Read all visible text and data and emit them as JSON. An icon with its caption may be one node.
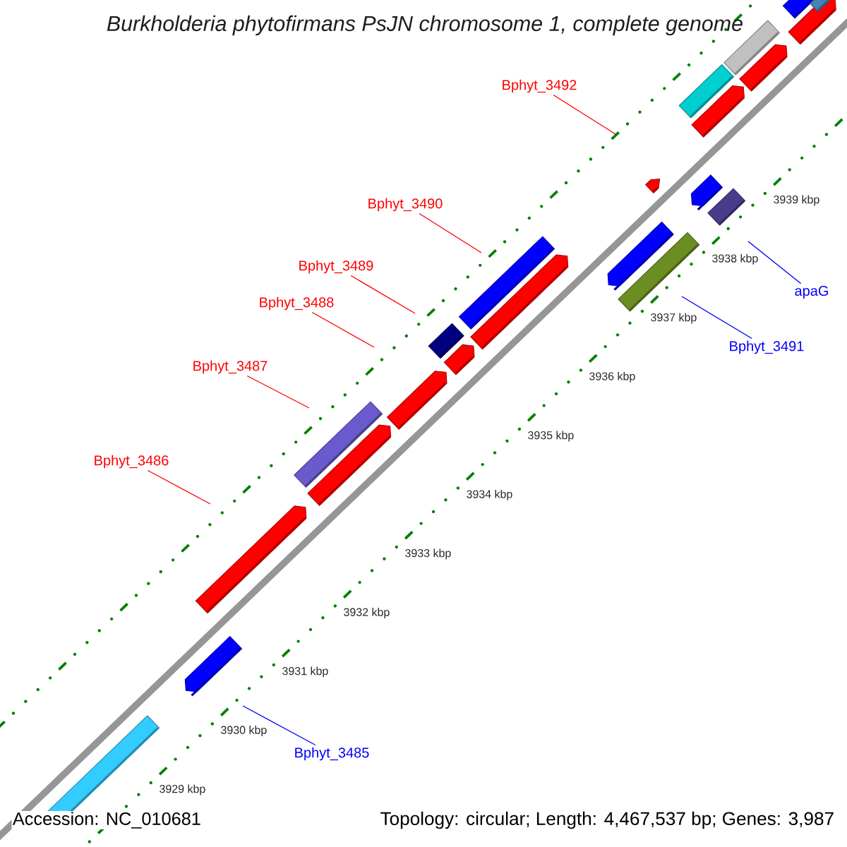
{
  "diagram": {
    "title": "Burkholderia phytofirmans PsJN chromosome 1, complete genome",
    "nodes": [
      {
        "text": [
          "Bphyt_3492"
        ]
      },
      {
        "text": [
          "Bphyt_3490"
        ]
      },
      {
        "text": [
          "Bphyt_3489"
        ]
      },
      {
        "text": [
          "Bphyt_3488"
        ]
      },
      {
        "text": [
          "Bphyt_3487"
        ]
      },
      {
        "text": [
          "Bphyt_3486"
        ]
      },
      {
        "text": [
          "apaG"
        ]
      },
      {
        "text": [
          "Bphyt_3491"
        ]
      },
      {
        "text": [
          "Bphyt_3485"
        ]
      }
    ],
    "edges": [
      {
        "from": 0,
        "to": null,
        "arrow": "none"
      },
      {
        "from": 1,
        "to": null,
        "arrow": "none"
      },
      {
        "from": 2,
        "to": null,
        "arrow": "none"
      },
      {
        "from": 3,
        "to": null,
        "arrow": "none"
      },
      {
        "from": 4,
        "to": null,
        "arrow": "none"
      },
      {
        "from": 5,
        "to": null,
        "arrow": "none"
      },
      {
        "from": 6,
        "to": null,
        "arrow": "none",
        "color": "#0000ff"
      },
      {
        "from": 7,
        "to": null,
        "arrow": "none",
        "color": "#0000ff"
      },
      {
        "from": 8,
        "to": null,
        "arrow": "none",
        "color": "#0000ff"
      }
    ],
    "labels": [
      "3939 kbp",
      "3938 kbp",
      "3937 kbp",
      "3936 kbp",
      "3935 kbp",
      "3934 kbp",
      "3933 kbp",
      "3932 kbp",
      "3931 kbp",
      "3930 kbp",
      "3929 kbp",
      "Accession: NC_010681",
      "Topology: circular; Length: 4,467,537 bp; Genes: 3,987"
    ]
  }
}
